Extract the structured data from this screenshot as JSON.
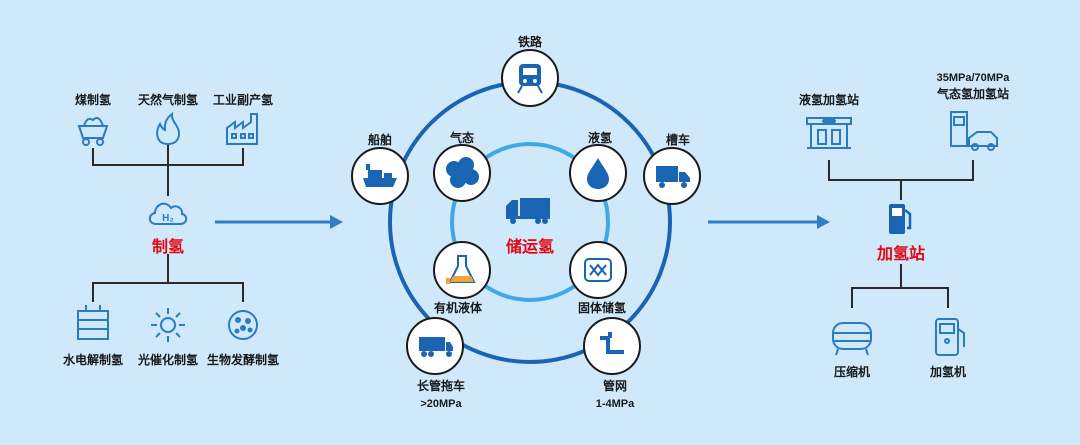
{
  "production": {
    "title": "制氢",
    "top": [
      "煤制氢",
      "天然气制氢",
      "工业副产氢"
    ],
    "bottom": [
      "水电解制氢",
      "光催化制氢",
      "生物发酵制氢"
    ]
  },
  "storage": {
    "title": "储运氢",
    "railway": "铁路",
    "ship": "船舶",
    "tanker": "槽车",
    "gas": "气态",
    "liquid": "液氢",
    "organic": "有机液体",
    "solid": "固体储氢",
    "tube_trailer": "长管拖车",
    "tube_trailer_pressure": ">20MPa",
    "pipeline": "管网",
    "pipeline_pressure": "1-4MPa"
  },
  "station": {
    "title": "加氢站",
    "liquid_station": "液氢加氢站",
    "gas_station_pressure": "35MPa/70MPa",
    "gas_station": "气态氢加氢站",
    "compressor": "压缩机",
    "dispenser": "加氢机"
  },
  "colors": {
    "background": "#cfe9fb",
    "dark_blue": "#1a64b4",
    "mid_blue": "#2f7fc6",
    "light_blue": "#3fa9e8",
    "red": "#e30613"
  },
  "icons": [
    "coal-cart-icon",
    "flame-icon",
    "factory-icon",
    "h2-cloud-icon",
    "electrolysis-icon",
    "sun-icon",
    "bacteria-icon",
    "train-icon",
    "ship-icon",
    "tanker-truck-icon",
    "gas-cloud-icon",
    "droplet-icon",
    "flask-icon",
    "solid-storage-icon",
    "tube-trailer-icon",
    "pipeline-icon",
    "cargo-truck-icon",
    "liquid-station-icon",
    "gas-station-icon",
    "fuel-pump-icon",
    "compressor-icon",
    "dispenser-icon"
  ]
}
